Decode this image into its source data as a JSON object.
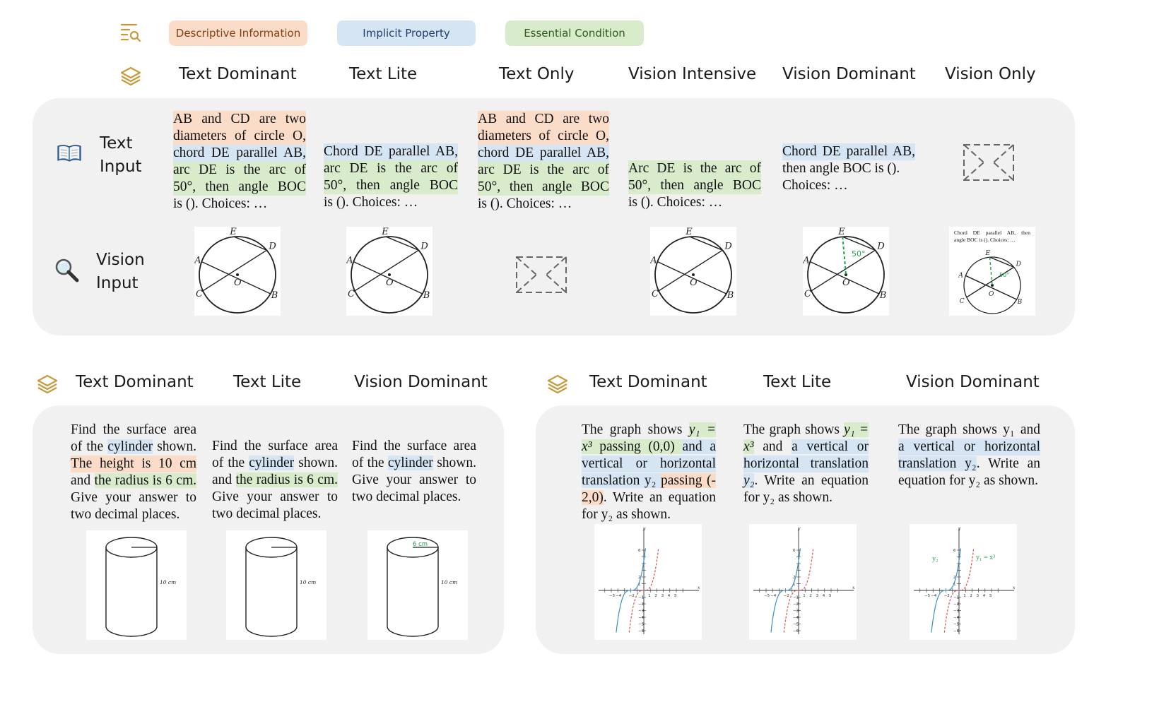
{
  "legend": {
    "items": [
      {
        "label": "Descriptive Information",
        "color": "#fbdcc9",
        "text_color": "#8a3c10"
      },
      {
        "label": "Implicit Property",
        "color": "#d5e5f3",
        "text_color": "#1f3c6b"
      },
      {
        "label": "Essential Condition",
        "color": "#d8ebcb",
        "text_color": "#2f5a1c"
      }
    ],
    "icon": "filter-list-search-icon"
  },
  "top": {
    "icon": "layers-icon",
    "columns": [
      "Text Dominant",
      "Text Lite",
      "Text Only",
      "Vision Intensive",
      "Vision Dominant",
      "Vision Only"
    ],
    "rows": {
      "text_input": {
        "label_1": "Text",
        "label_2": "Input",
        "icon": "book-icon"
      },
      "vision_input": {
        "label_1": "Vision",
        "label_2": "Input",
        "icon": "magnifier-icon"
      }
    },
    "text_dominant": {
      "l1": "AB and CD are two",
      "l2": "diameters of circle O,",
      "l3": "chord DE parallel AB,",
      "l4": "arc DE is the arc of",
      "l5": "50°, then angle BOC",
      "l6": "is (). Choices: …"
    },
    "text_lite": {
      "l1": "Chord DE parallel AB,",
      "l2": "arc DE is the arc of",
      "l3": "50°, then angle BOC",
      "l4": "is (). Choices: …"
    },
    "text_only": {
      "l1": "AB and CD are two",
      "l2": "diameters of circle O,",
      "l3": "chord DE parallel AB,",
      "l4": "arc DE is the arc of",
      "l5": "50°, then angle BOC",
      "l6": "is (). Choices: …"
    },
    "vision_intensive": {
      "l1": "Arc DE is the arc of",
      "l2": "50°, then angle BOC",
      "l3": "is (). Choices: …"
    },
    "vision_dominant": {
      "l1": "Chord DE parallel AB,",
      "l2": "then angle BOC is ().",
      "l3": "Choices: …"
    },
    "circle_labels": {
      "A": "A",
      "B": "B",
      "C": "C",
      "D": "D",
      "E": "E",
      "O": "O",
      "angle": "50°"
    },
    "vision_only_caption": {
      "l1": "Chord DE parallel AB, then",
      "l2": "angle BOC is (). Choices: …"
    }
  },
  "bottom_left": {
    "icon": "layers-icon",
    "columns": [
      "Text Dominant",
      "Text Lite",
      "Vision Dominant"
    ],
    "text_dominant": {
      "l1": "Find the surface area",
      "l2a": "of the ",
      "l2b": "cylinder",
      "l2c": " shown.",
      "l3": "The height is 10 cm",
      "l4a": "and ",
      "l4b": "the radius is 6 cm.",
      "l5": "Give your answer to",
      "l6": "two decimal places."
    },
    "text_lite": {
      "l1": "Find the surface area",
      "l2a": "of the ",
      "l2b": "cylinder",
      "l2c": " shown.",
      "l3a": "and ",
      "l3b": "the radius is 6 cm.",
      "l4": "Give your answer to",
      "l5": "two decimal places."
    },
    "vision_dominant": {
      "l1": "Find the surface area",
      "l2a": "of the ",
      "l2b": "cylinder",
      "l2c": " shown.",
      "l3": "Give your answer to",
      "l4": "two decimal places."
    },
    "cylinder": {
      "height_label": "10 cm",
      "radius_label": "6 cm"
    }
  },
  "bottom_right": {
    "icon": "layers-icon",
    "columns": [
      "Text Dominant",
      "Text Lite",
      "Vision Dominant"
    ],
    "text_dominant": {
      "l1a": "The graph shows ",
      "l1b": "y₁ =",
      "l2a": "x³",
      "l2b": " passing (0,0) ",
      "l2c": "and a",
      "l3": "vertical or horizontal",
      "l4a": "translation y₂ ",
      "l4b": "passing (-",
      "l5a": "2,0)",
      "l5b": ". Write an equation",
      "l6": "for y₂ as shown."
    },
    "text_lite": {
      "l1a": "The graph shows ",
      "l1b": "y₁ =",
      "l2a": "x³",
      "l2b": " and ",
      "l2c": "a vertical or",
      "l3": "horizontal translation",
      "l4a": "y₂",
      "l4b": ". Write an equation",
      "l5": "for y₂ as shown."
    },
    "vision_dominant": {
      "l1": "The graph shows y₁ and",
      "l2": "a vertical or horizontal",
      "l3a": "translation y₂",
      "l3b": ". Write an",
      "l4": "equation for y₂ as shown."
    },
    "graph": {
      "x_ticks": [
        "−5",
        "−4",
        "−2",
        "1",
        "2",
        "3",
        "4",
        "5"
      ],
      "y_ticks": [
        "6",
        "2",
        "1",
        "−1",
        "−2",
        "−3",
        "−4",
        "−5",
        "−6"
      ],
      "x_axis": "x",
      "y_axis": "y",
      "y2_label": "y₂",
      "y1_label": "y₁ = x³"
    }
  }
}
